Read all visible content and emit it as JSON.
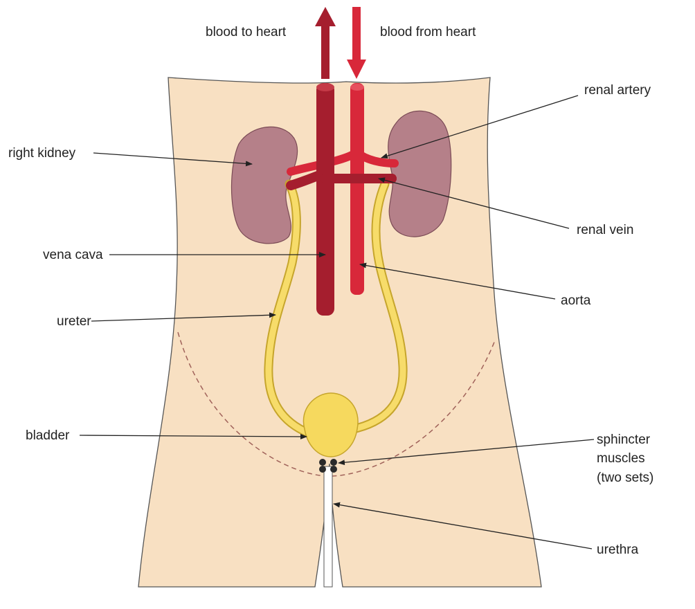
{
  "labels": {
    "blood_to_heart": "blood to heart",
    "blood_from_heart": "blood from heart",
    "renal_artery": "renal artery",
    "right_kidney": "right kidney",
    "renal_vein": "renal vein",
    "vena_cava": "vena cava",
    "aorta": "aorta",
    "ureter": "ureter",
    "bladder": "bladder",
    "sphincter_line1": "sphincter",
    "sphincter_line2": "muscles",
    "sphincter_line3": "(two sets)",
    "urethra": "urethra"
  },
  "colors": {
    "skin": "#f8e0c2",
    "skin_outline": "#555555",
    "kidney": "#b58089",
    "kidney_outline": "#7a4a55",
    "vein": "#a51e2e",
    "artery": "#d8283a",
    "ureter": "#f7dc6a",
    "ureter_outline": "#c6a52c",
    "bladder": "#f6d95e",
    "pelvis_dash": "#a0625a",
    "sphincter": "#2a2a2a",
    "leader": "#222222"
  }
}
